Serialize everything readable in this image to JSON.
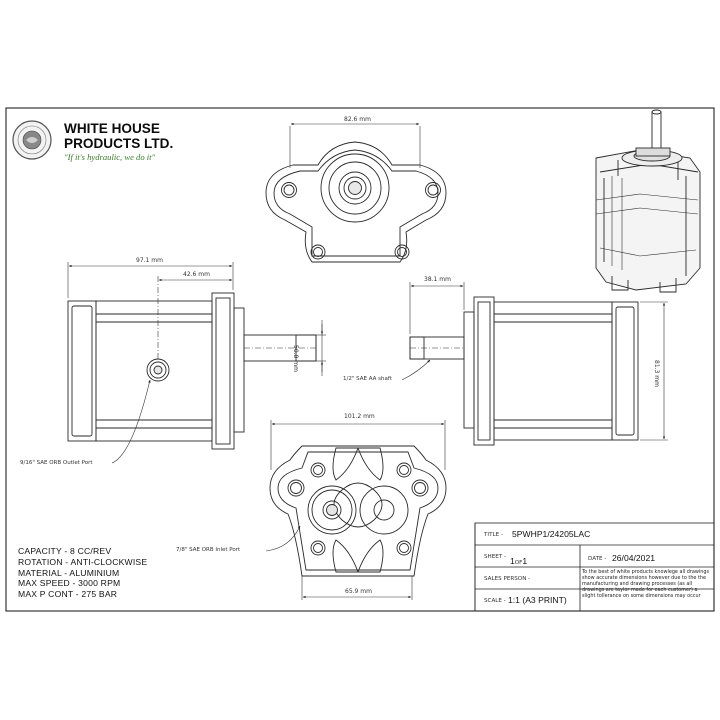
{
  "company": {
    "name_line1": "WHITE HOUSE",
    "name_line2": "PRODUCTS LTD.",
    "slogan": "\"If it's hydraulic, we do it\"",
    "seal_text": "WHITE HOUSE PRODUCTS"
  },
  "dimensions": {
    "top_width": "82.6 mm",
    "overall_length": "97.1 mm",
    "port_offset": "42.6 mm",
    "height_left": "50.8 mm",
    "shaft_length": "38.1 mm",
    "height_right": "81.3 mm",
    "bottom_width": "101.2 mm",
    "inlet_spacing": "65.9 mm"
  },
  "callouts": {
    "outlet_port": "9/16\" SAE ORB Outlet Port",
    "inlet_port": "7/8\" SAE ORB Inlet Port",
    "shaft": "1/2\" SAE AA shaft"
  },
  "specs": [
    "CAPACITY - 8 CC/REV",
    "ROTATION - ANTI-CLOCKWISE",
    "MATERIAL - ALUMINIUM",
    "MAX SPEED - 3000 RPM",
    "MAX P CONT - 275 BAR"
  ],
  "title_block": {
    "title_label": "TITLE -",
    "title_value": "5PWHP1/24205LAC",
    "sheet_label": "SHEET -",
    "sheet_value_a": "1",
    "sheet_of": "OF",
    "sheet_value_b": "1",
    "date_label": "DATE -",
    "date_value": "26/04/2021",
    "sales_label": "SALES PERSON -",
    "scale_label": "SCALE -",
    "scale_value": "1:1 (A3 PRINT)",
    "disclaimer": "To the best of white products knowlege all drawings show accurate dimensions however due to the the manufacturing and drawing processes (as all drawings are taylor made for each customer) a slight tollerance on some dimensions may occur"
  },
  "colors": {
    "line": "#2a2a2a",
    "slogan": "#3a7a2a",
    "logo_seal": "#555555"
  }
}
